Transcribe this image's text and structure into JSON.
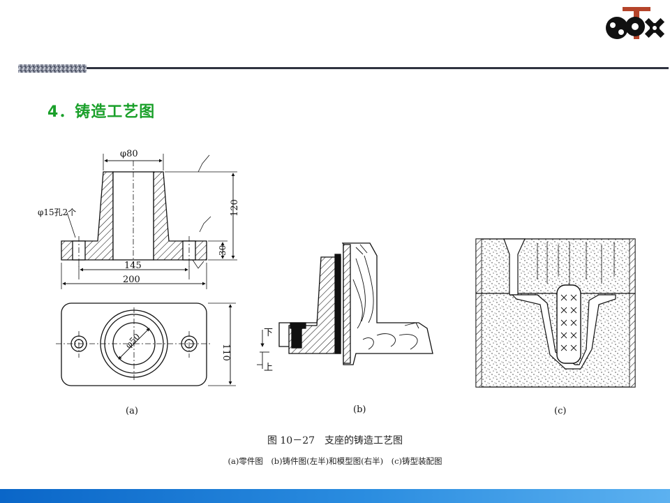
{
  "slide": {
    "heading": "4．铸造工艺图",
    "logo_icon": "gear-logo-icon",
    "bar_color": "#0a66c8",
    "heading_color": "#1aa02a"
  },
  "figure": {
    "part_a": {
      "dim_phi80": "φ80",
      "dim_holes": "φ15孔2个",
      "dim_145": "145",
      "dim_200": "200",
      "dim_120": "120",
      "dim_30": "30",
      "dim_phi50": "φ50",
      "dim_110": "110",
      "label": "(a)"
    },
    "part_b": {
      "label_down": "下",
      "label_up": "上",
      "label": "(b)"
    },
    "part_c": {
      "label": "(c)"
    },
    "caption": "图 10－27　支座的铸造工艺图",
    "subcaption": "(a)零件图　(b)铸件图(左半)和模型图(右半)　(c)铸型装配图"
  }
}
